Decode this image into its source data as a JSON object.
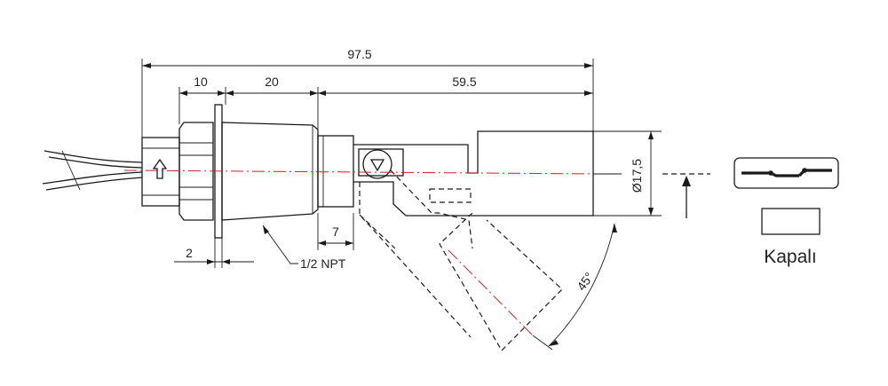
{
  "dimensions": {
    "overall_length": "97.5",
    "body_length": "10",
    "thread_length": "20",
    "float_length": "59.5",
    "flange_thickness": "2",
    "stem_length": "7",
    "float_diameter": "Ø17,5",
    "tilt_angle": "45°"
  },
  "thread_callout": "1/2 NPT",
  "switch_state_label": "Kapalı",
  "colors": {
    "line": "#1a1a1a",
    "centerline": "#d02020"
  },
  "icons": {
    "direction_arrow": "up-arrow-icon",
    "switch_symbol": "reed-switch-contact-icon"
  }
}
